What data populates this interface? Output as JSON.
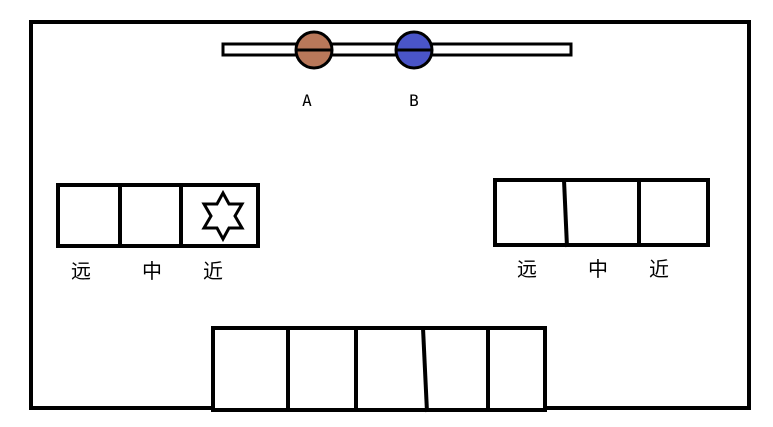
{
  "balls": [
    {
      "label": "A",
      "color": "#b9785a"
    },
    {
      "label": "B",
      "color": "#4a55c8"
    }
  ],
  "left_box": {
    "labels": [
      "远",
      "中",
      "近"
    ],
    "star_cell": 2,
    "star_icon": "six-pointed-star"
  },
  "right_box": {
    "labels": [
      "远",
      "中",
      "近"
    ]
  },
  "bottom_box": {
    "cells": 5
  }
}
